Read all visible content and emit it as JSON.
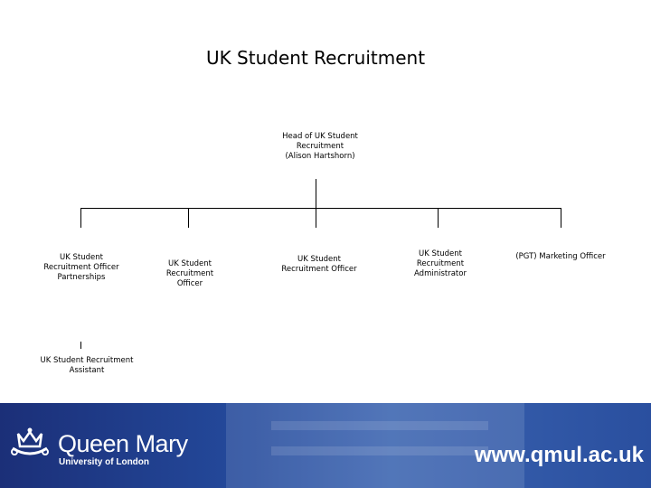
{
  "title": "UK Student Recruitment",
  "head": {
    "lines": [
      "Head of UK Student",
      "Recruitment",
      "(Alison Hartshorn)"
    ]
  },
  "roles": [
    {
      "lines": [
        "UK Student",
        "Recruitment Officer",
        "Partnerships"
      ]
    },
    {
      "lines": [
        "UK Student Recruitment",
        "Officer"
      ]
    },
    {
      "lines": [
        "UK Student",
        "Recruitment Officer"
      ]
    },
    {
      "lines": [
        "UK Student",
        "Recruitment",
        "Administrator"
      ]
    },
    {
      "lines": [
        "(PGT) Marketing Officer"
      ]
    }
  ],
  "assistant": {
    "lines": [
      "UK Student Recruitment",
      "Assistant"
    ]
  },
  "footer": {
    "logo_name": "Queen Mary",
    "logo_sub": "University of London",
    "url": "www.qmul.ac.uk",
    "crest_icon": "crown-crest-icon",
    "brand_color": "#244a9c"
  }
}
